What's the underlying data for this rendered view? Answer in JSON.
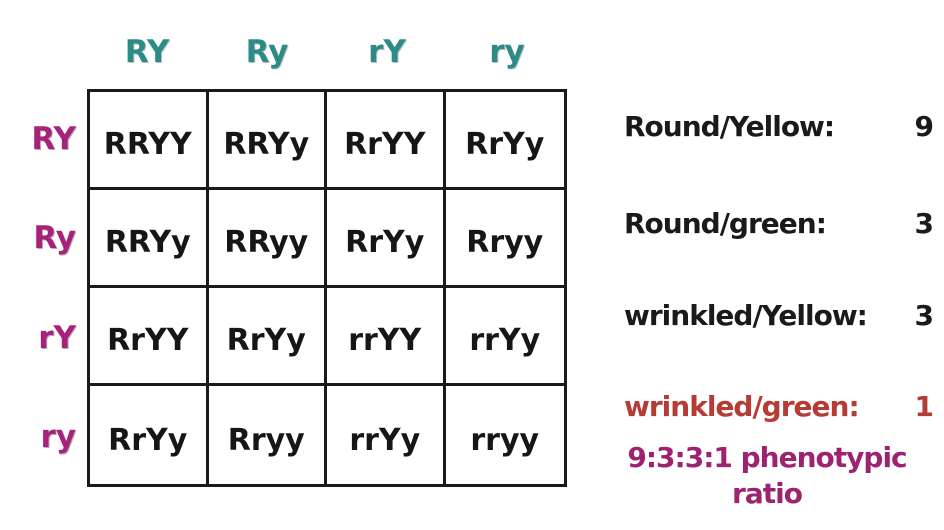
{
  "colors": {
    "col_header": "#2b8c87",
    "row_header": "#a8217b",
    "cell_text": "#161616",
    "label_black": "#1a1a1a",
    "label_red": "#b53b35",
    "ratio_purple": "#9d2370",
    "grid_line": "#1a1a1a",
    "bg": "#ffffff"
  },
  "punnett": {
    "col_headers": [
      "RY",
      "Ry",
      "rY",
      "ry"
    ],
    "row_headers": [
      "RY",
      "Ry",
      "rY",
      "ry"
    ],
    "cells": [
      [
        "RRYY",
        "RRYy",
        "RrYY",
        "RrYy"
      ],
      [
        "RRYy",
        "RRyy",
        "RrYy",
        "Rryy"
      ],
      [
        "RrYY",
        "RrYy",
        "rrYY",
        "rrYy"
      ],
      [
        "RrYy",
        "Rryy",
        "rrYy",
        "rryy"
      ]
    ]
  },
  "phenotype_counts": [
    {
      "label": "Round/Yellow:",
      "count": "9"
    },
    {
      "label": "Round/green:",
      "count": "3"
    },
    {
      "label": "wrinkled/Yellow:",
      "count": "3"
    },
    {
      "label": "wrinkled/green:",
      "count": "1"
    }
  ],
  "ratio_note": {
    "line1": "9:3:3:1 phenotypic",
    "line2": "ratio"
  }
}
